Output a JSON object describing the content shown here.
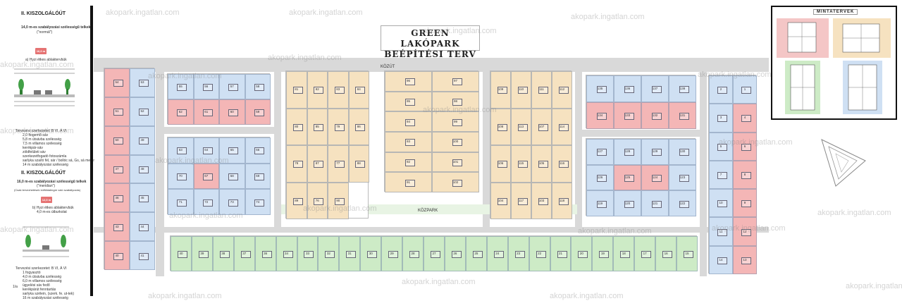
{
  "title": {
    "line1": "GREEN LAKÓPARK",
    "line2": "BEÉPÍTÉSI TERV"
  },
  "roads": {
    "top": "KÖZÚT",
    "park": "KÖZPARK"
  },
  "mintatervek_label": "MINTATERVEK",
  "legend": {
    "heading1": "II.  KISZOLGÁLÓÚT",
    "sub1": "14,0 m-es szabályozási szélességű telkek",
    "sub1b": "(\"normál\")",
    "badge1": "16,0 m",
    "caption1": "a)  Hyzi étkes ablaktervbük",
    "specs1": [
      "Tervezési szerkezetet: B VI, Á VI",
      "2,0 ftogernő-sáv",
      "5,8 m útsávba szélesség",
      "7,5 m villamos szélesség",
      "kerékpár-sáv",
      "zöldfelületi sáv",
      "szerkezetfogadó fotoszámla",
      "sarlyka sza/ló fél, sár / bollóc sá, Gs, sá meter",
      "14 m szabályozási szélesség"
    ],
    "heading2": "II.  KISZOLGÁLÓÚT",
    "sub2": "16,0 m-es szabályozási szélességű telkek",
    "sub2b": "(\"meridian\")",
    "sub2c": "(Csak tervezhetések külfüldalingre való szabályozás)",
    "badge2": "12,0 m",
    "caption2": "b)  Hyzi étkes ablaktervbük",
    "caption2b": "4,0 m-es útburkolat",
    "specs2": [
      "Tervezési szerkezetet: B VI, Á VI",
      "1 fogyasztó",
      "4,0 m útsávba szélesség",
      "6,0 m villamos szélesség",
      "ügyelési sáv fedő",
      "kerékpárút fenntartás",
      "sarlyka szélein, (szerk. fe. ut-tek)",
      "16 m szabályozási szélesség"
    ],
    "page": "1/a"
  },
  "blocks": [
    {
      "name": "block-1",
      "plots": [
        [
          "54",
          "red"
        ],
        [
          "53",
          "blue"
        ],
        [
          "51",
          "red"
        ],
        [
          "52",
          "blue"
        ],
        [
          "50",
          "red"
        ],
        [
          "49",
          "blue"
        ],
        [
          "47",
          "red"
        ],
        [
          "48",
          "blue"
        ],
        [
          "46",
          "red"
        ],
        [
          "45",
          "blue"
        ],
        [
          "43",
          "red"
        ],
        [
          "44",
          "blue"
        ],
        [
          "40",
          "red"
        ],
        [
          "41",
          "blue"
        ]
      ]
    },
    {
      "name": "block-2",
      "plots": [
        [
          "55",
          "blue"
        ],
        [
          "56",
          "blue"
        ],
        [
          "57",
          "blue"
        ],
        [
          "58",
          "blue"
        ],
        [
          "62",
          "red"
        ],
        [
          "61",
          "red"
        ],
        [
          "60",
          "red"
        ],
        [
          "59",
          "red"
        ]
      ]
    },
    {
      "name": "block-3",
      "plots": [
        [
          "63",
          "blue"
        ],
        [
          "64",
          "blue"
        ],
        [
          "65",
          "blue"
        ],
        [
          "66",
          "blue"
        ],
        [
          "70",
          "blue"
        ],
        [
          "67",
          "red"
        ],
        [
          "68",
          "blue"
        ],
        [
          "69",
          "blue"
        ],
        [
          "71",
          "blue"
        ],
        [
          "72",
          "blue"
        ],
        [
          "73",
          "blue"
        ],
        [
          "74",
          "blue"
        ]
      ]
    },
    {
      "name": "block-4",
      "plots": [
        [
          "81",
          "tan"
        ],
        [
          "82",
          "tan"
        ],
        [
          "83",
          "tan"
        ],
        [
          "84",
          "tan"
        ],
        [
          "80",
          "tan"
        ],
        [
          "85",
          "tan"
        ],
        [
          "79",
          "tan"
        ],
        [
          "86",
          "tan"
        ],
        [
          "78",
          "tan"
        ],
        [
          "87",
          "tan"
        ],
        [
          "77",
          "tan"
        ],
        [
          "88",
          "tan"
        ],
        [
          "89",
          "tan"
        ],
        [
          "76",
          "tan"
        ],
        [
          "90",
          "tan"
        ]
      ]
    },
    {
      "name": "block-5",
      "plots": [
        [
          "96",
          "tan"
        ],
        [
          "97",
          "tan"
        ],
        [
          "95",
          "tan"
        ],
        [
          "98",
          "tan"
        ],
        [
          "94",
          "tan"
        ],
        [
          "99",
          "tan"
        ],
        [
          "93",
          "tan"
        ],
        [
          "100",
          "tan"
        ],
        [
          "92",
          "tan"
        ],
        [
          "101",
          "tan"
        ],
        [
          "91",
          "tan"
        ],
        [
          "102",
          "tan"
        ]
      ]
    },
    {
      "name": "block-6",
      "plots": [
        [
          "109",
          "tan"
        ],
        [
          "110",
          "tan"
        ],
        [
          "111",
          "tan"
        ],
        [
          "112",
          "tan"
        ],
        [
          "108",
          "tan"
        ],
        [
          "113",
          "tan"
        ],
        [
          "107",
          "tan"
        ],
        [
          "114",
          "tan"
        ],
        [
          "106",
          "tan"
        ],
        [
          "115",
          "tan"
        ],
        [
          "105",
          "tan"
        ],
        [
          "116",
          "tan"
        ],
        [
          "104",
          "tan"
        ],
        [
          "117",
          "tan"
        ],
        [
          "103",
          "tan"
        ],
        [
          "118",
          "tan"
        ]
      ]
    },
    {
      "name": "block-7",
      "plots": [
        [
          "135",
          "blue"
        ],
        [
          "136",
          "blue"
        ],
        [
          "137",
          "blue"
        ],
        [
          "138",
          "blue"
        ],
        [
          "134",
          "red"
        ],
        [
          "133",
          "red"
        ],
        [
          "132",
          "red"
        ],
        [
          "131",
          "red"
        ]
      ]
    },
    {
      "name": "block-8",
      "plots": [
        [
          "127",
          "blue"
        ],
        [
          "128",
          "blue"
        ],
        [
          "129",
          "blue"
        ],
        [
          "130",
          "blue"
        ],
        [
          "126",
          "blue"
        ],
        [
          "125",
          "red"
        ],
        [
          "124",
          "red"
        ],
        [
          "123",
          "blue"
        ],
        [
          "119",
          "blue"
        ],
        [
          "120",
          "blue"
        ],
        [
          "121",
          "blue"
        ],
        [
          "122",
          "blue"
        ]
      ]
    },
    {
      "name": "block-9",
      "plots": [
        [
          "2",
          "blue"
        ],
        [
          "1",
          "blue"
        ],
        [
          "3",
          "blue"
        ],
        [
          "4",
          "red"
        ],
        [
          "5",
          "blue"
        ],
        [
          "6",
          "red"
        ],
        [
          "7",
          "blue"
        ],
        [
          "8",
          "red"
        ],
        [
          "10",
          "blue"
        ],
        [
          "9",
          "red"
        ],
        [
          "11",
          "blue"
        ],
        [
          "12",
          "red"
        ],
        [
          "14",
          "blue"
        ],
        [
          "13",
          "red"
        ]
      ]
    },
    {
      "name": "block-10",
      "plots": [
        [
          "40",
          "green"
        ],
        [
          "39",
          "green"
        ],
        [
          "38",
          "green"
        ],
        [
          "37",
          "green"
        ],
        [
          "36",
          "green"
        ],
        [
          "34",
          "green"
        ],
        [
          "33",
          "green"
        ],
        [
          "32",
          "green"
        ],
        [
          "31",
          "green"
        ],
        [
          "30",
          "green"
        ],
        [
          "29",
          "green"
        ],
        [
          "28",
          "green"
        ],
        [
          "27",
          "green"
        ],
        [
          "26",
          "green"
        ],
        [
          "25",
          "green"
        ],
        [
          "24",
          "green"
        ],
        [
          "23",
          "green"
        ],
        [
          "22",
          "green"
        ],
        [
          "21",
          "green"
        ],
        [
          "20",
          "green"
        ],
        [
          "19",
          "green"
        ],
        [
          "18",
          "green"
        ],
        [
          "17",
          "green"
        ],
        [
          "16",
          "green"
        ],
        [
          "15",
          "green"
        ]
      ]
    }
  ],
  "watermark": "akopark.ingatlan.com",
  "colors": {
    "red": "#f4b6b6",
    "blue": "#cfe0f3",
    "tan": "#f6e2c0",
    "green": "#cdebc6",
    "road": "#d9d9d9"
  }
}
